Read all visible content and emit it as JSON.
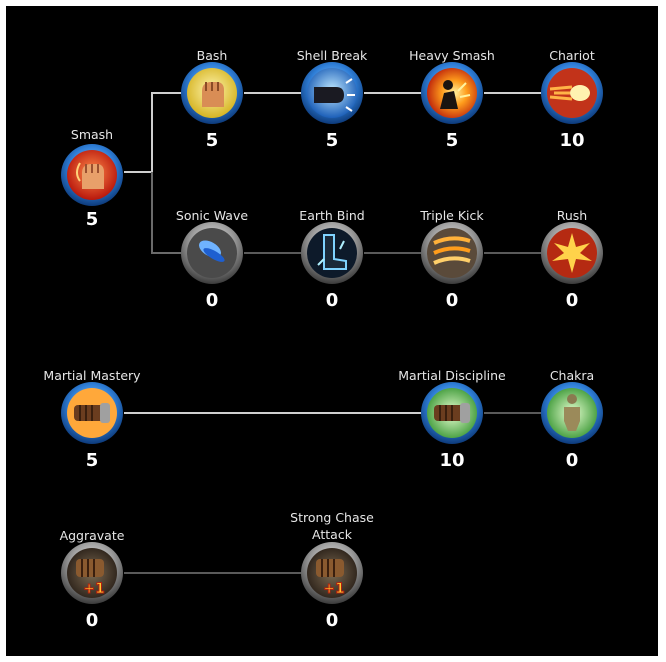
{
  "colors": {
    "active_line": "#cfcfcf",
    "inactive_line": "#5a5a5a"
  },
  "skills": [
    {
      "id": "smash",
      "name": "Smash",
      "level": "5",
      "active": true,
      "icon": "fist-fire-icon"
    },
    {
      "id": "bash",
      "name": "Bash",
      "level": "5",
      "active": true,
      "icon": "fist-yellow-icon"
    },
    {
      "id": "shell-break",
      "name": "Shell Break",
      "level": "5",
      "active": true,
      "icon": "fist-blue-impact-icon"
    },
    {
      "id": "heavy-smash",
      "name": "Heavy Smash",
      "level": "5",
      "active": true,
      "icon": "explosion-figure-icon"
    },
    {
      "id": "chariot",
      "name": "Chariot",
      "level": "10",
      "active": true,
      "icon": "fireball-icon"
    },
    {
      "id": "sonic-wave",
      "name": "Sonic Wave",
      "level": "0",
      "active": false,
      "icon": "blue-wave-icon"
    },
    {
      "id": "earth-bind",
      "name": "Earth Bind",
      "level": "0",
      "active": false,
      "icon": "ice-foot-icon"
    },
    {
      "id": "triple-kick",
      "name": "Triple Kick",
      "level": "0",
      "active": false,
      "icon": "fire-slash-icon"
    },
    {
      "id": "rush",
      "name": "Rush",
      "level": "0",
      "active": false,
      "icon": "burst-icon"
    },
    {
      "id": "martial-mastery",
      "name": "Martial Mastery",
      "level": "5",
      "active": true,
      "icon": "gauntlet-blue-icon"
    },
    {
      "id": "martial-discipline",
      "name": "Martial Discipline",
      "level": "10",
      "active": true,
      "icon": "gauntlet-green-icon"
    },
    {
      "id": "chakra",
      "name": "Chakra",
      "level": "0",
      "active": false,
      "icon": "meditating-figure-icon"
    },
    {
      "id": "aggravate",
      "name": "Aggravate",
      "level": "0",
      "active": false,
      "icon": "gauntlet-plus-one-icon"
    },
    {
      "id": "strong-chase-attack",
      "name": "Strong Chase\nAttack",
      "level": "0",
      "active": false,
      "icon": "gauntlet-plus-one-icon"
    }
  ],
  "badge_text": "+1"
}
